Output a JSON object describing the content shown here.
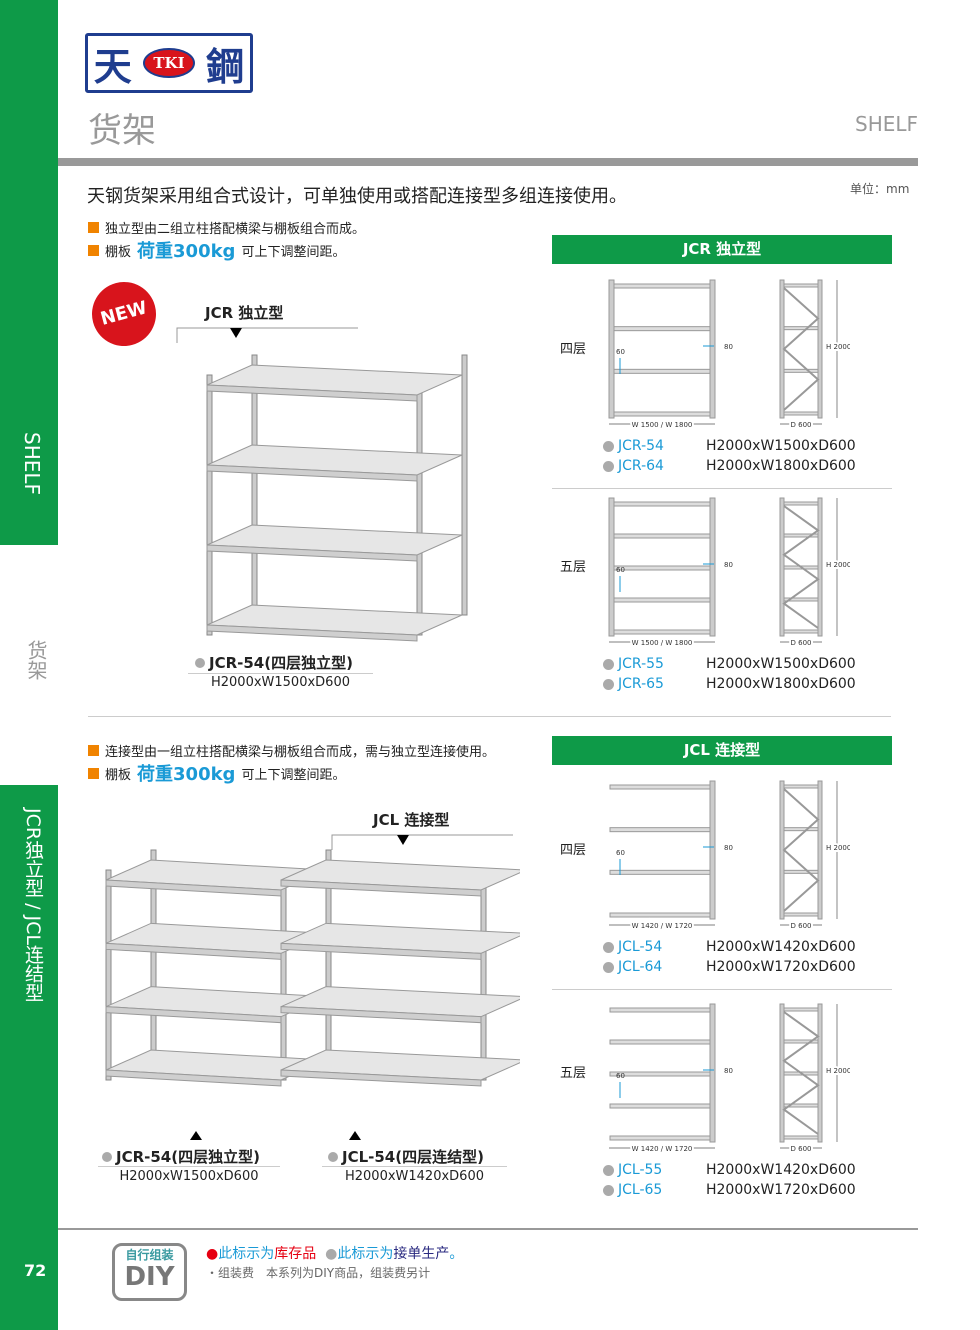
{
  "sidebar": {
    "top_label": "SHELF",
    "middle_label": "货架",
    "bottom_label": "JCR独立型 / JCL连结型",
    "page_number": "72"
  },
  "header": {
    "logo_left": "天",
    "logo_mid": "TKI",
    "logo_right": "鋼",
    "title_cn": "货架",
    "title_en": "SHELF",
    "unit": "单位：mm"
  },
  "intro": "天钢货架采用组合式设计，可单独使用或搭配连接型多组连接使用。",
  "jcr": {
    "bullet1": "独立型由二组立柱搭配横梁与棚板组合而成。",
    "bullet2_pre": "棚板",
    "bullet2_load": "荷重300kg",
    "bullet2_post": "可上下调整间距。",
    "badge": "NEW",
    "photo_label": "JCR 独立型",
    "caption": "JCR-54(四层独立型)",
    "caption_dim": "H2000xW1500xD600",
    "panel_title": "JCR 独立型",
    "groups": [
      {
        "level": "四层",
        "width_dim": "W 1500 / W 1800",
        "depth_dim": "D 600",
        "height_dim": "H 2000",
        "gap": "60",
        "post": "80",
        "items": [
          {
            "code": "JCR-54",
            "dim": "H2000xW1500xD600"
          },
          {
            "code": "JCR-64",
            "dim": "H2000xW1800xD600"
          }
        ]
      },
      {
        "level": "五层",
        "width_dim": "W 1500 / W 1800",
        "depth_dim": "D 600",
        "height_dim": "H 2000",
        "gap": "60",
        "post": "80",
        "items": [
          {
            "code": "JCR-55",
            "dim": "H2000xW1500xD600"
          },
          {
            "code": "JCR-65",
            "dim": "H2000xW1800xD600"
          }
        ]
      }
    ]
  },
  "jcl": {
    "bullet1": "连接型由一组立柱搭配横梁与棚板组合而成，需与独立型连接使用。",
    "bullet2_pre": "棚板",
    "bullet2_load": "荷重300kg",
    "bullet2_post": "可上下调整间距。",
    "photo_label": "JCL 连接型",
    "caption_left": "JCR-54(四层独立型)",
    "caption_left_dim": "H2000xW1500xD600",
    "caption_right": "JCL-54(四层连结型)",
    "caption_right_dim": "H2000xW1420xD600",
    "panel_title": "JCL 连接型",
    "groups": [
      {
        "level": "四层",
        "width_dim": "W 1420 / W 1720",
        "depth_dim": "D 600",
        "height_dim": "H 2000",
        "gap": "60",
        "post": "80",
        "items": [
          {
            "code": "JCL-54",
            "dim": "H2000xW1420xD600"
          },
          {
            "code": "JCL-64",
            "dim": "H2000xW1720xD600"
          }
        ]
      },
      {
        "level": "五层",
        "width_dim": "W 1420 / W 1720",
        "depth_dim": "D 600",
        "height_dim": "H 2000",
        "gap": "60",
        "post": "80",
        "items": [
          {
            "code": "JCL-55",
            "dim": "H2000xW1420xD600"
          },
          {
            "code": "JCL-65",
            "dim": "H2000xW1720xD600"
          }
        ]
      }
    ]
  },
  "footer": {
    "diy_top": "自行组装",
    "diy_bottom": "DIY",
    "legend_red_pre": "此标示为",
    "legend_red": "库存品",
    "legend_gray_pre": "此标示为",
    "legend_gray": "接单生产",
    "legend_end": "。",
    "note": "・组装费　本系列为DIY商品，组装费另计"
  },
  "colors": {
    "green": "#0e9a48",
    "orange": "#f08300",
    "blue": "#1a9ad6",
    "red": "#e60012"
  }
}
